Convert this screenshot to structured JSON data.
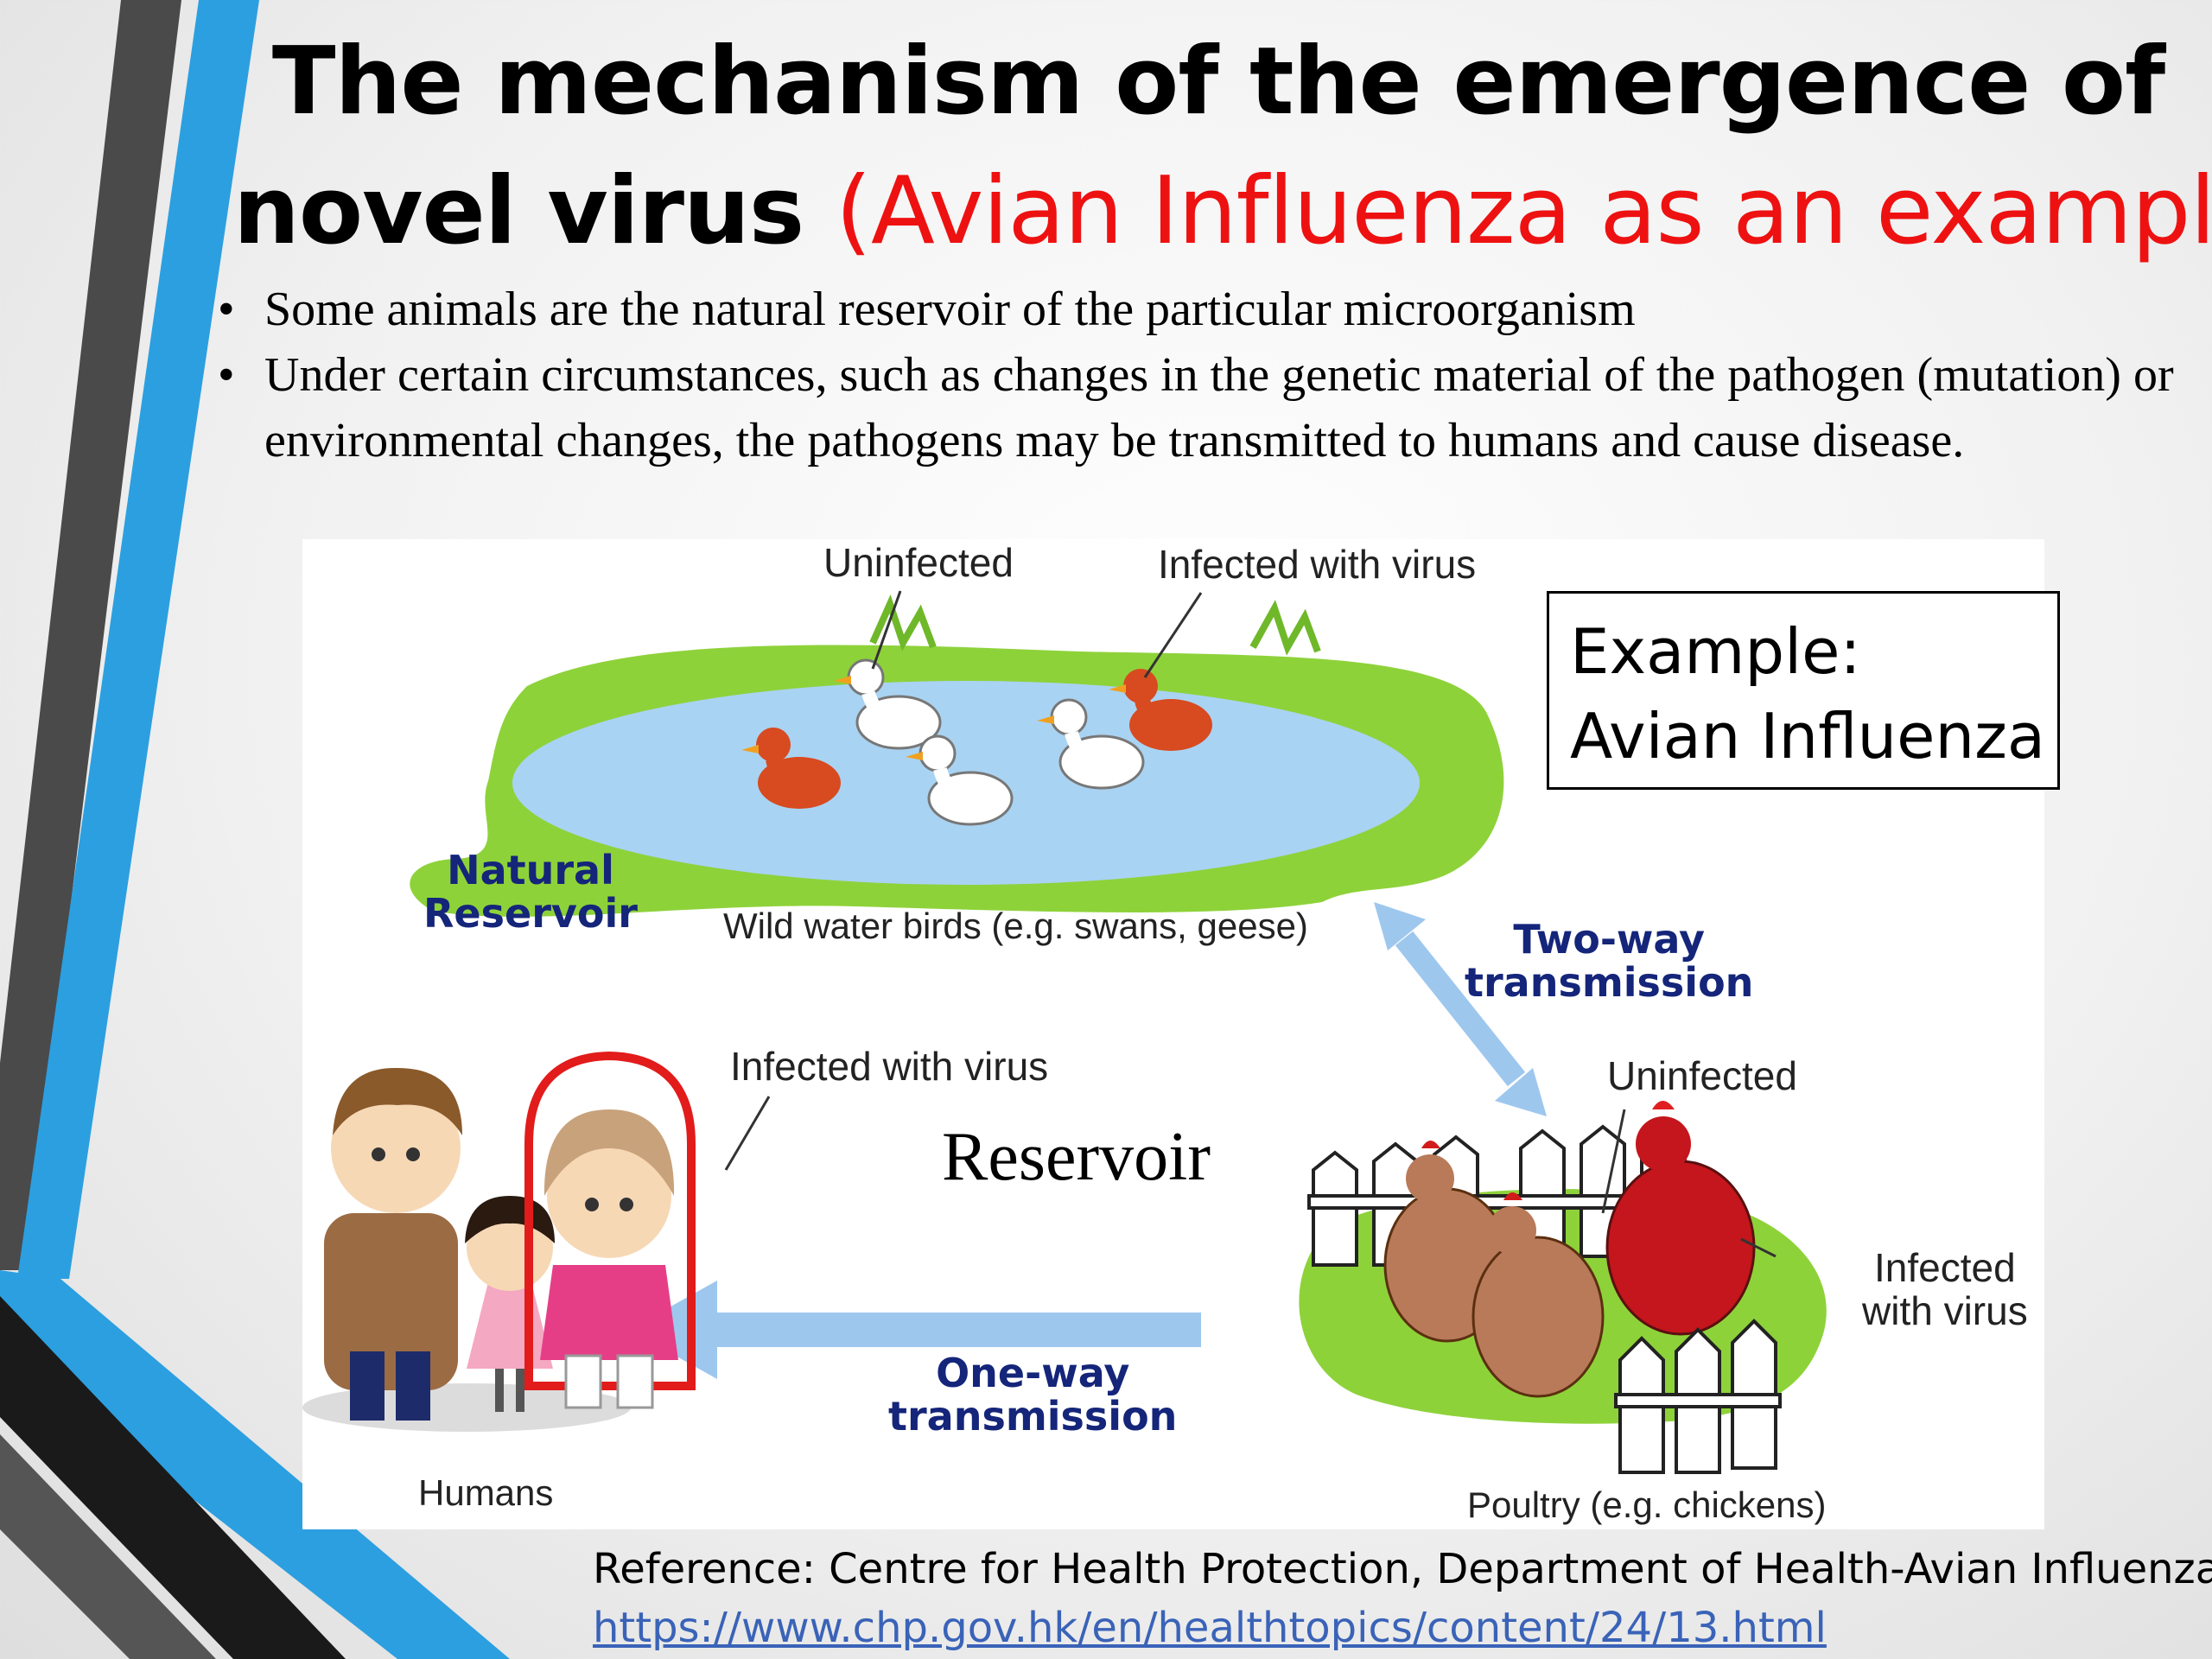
{
  "slide": {
    "title_line1": "The mechanism of the emergence of",
    "title_line2_black": "novel virus",
    "title_line2_red": "(Avian Influenza as an example)",
    "bullets": [
      "Some animals are the natural reservoir of the particular microorganism",
      "Under certain circumstances, such as changes in the genetic material of the pathogen (mutation) or environmental changes, the pathogens may be transmitted to humans and cause disease."
    ],
    "colors": {
      "title_red": "#ee1111",
      "label_blue": "#14257a",
      "arrow_blue": "#9ec7ee",
      "grass_green": "#8ed23a",
      "water_blue": "#a9d3f2",
      "link_blue": "#3a63b8"
    }
  },
  "diagram": {
    "label_uninfected_top": "Uninfected",
    "label_infected_top": "Infected with virus",
    "natural_reservoir_line1": "Natural",
    "natural_reservoir_line2": "Reservoir",
    "wild_birds": "Wild water birds (e.g. swans, geese)",
    "two_way_line1": "Two-way",
    "two_way_line2": "transmission",
    "label_infected_humans": "Infected with virus",
    "reservoir": "Reservoir",
    "label_uninfected_poultry": "Uninfected",
    "label_infected_poultry_line1": "Infected",
    "label_infected_poultry_line2": "with virus",
    "one_way_line1": "One-way",
    "one_way_line2": "transmission",
    "humans": "Humans",
    "poultry": "Poultry (e.g. chickens)",
    "example_line1": "Example:",
    "example_line2": "Avian Influenza"
  },
  "reference": {
    "text": "Reference: Centre for Health Protection, Department of Health-Avian Influenza",
    "link": "https://www.chp.gov.hk/en/healthtopics/content/24/13.html"
  }
}
